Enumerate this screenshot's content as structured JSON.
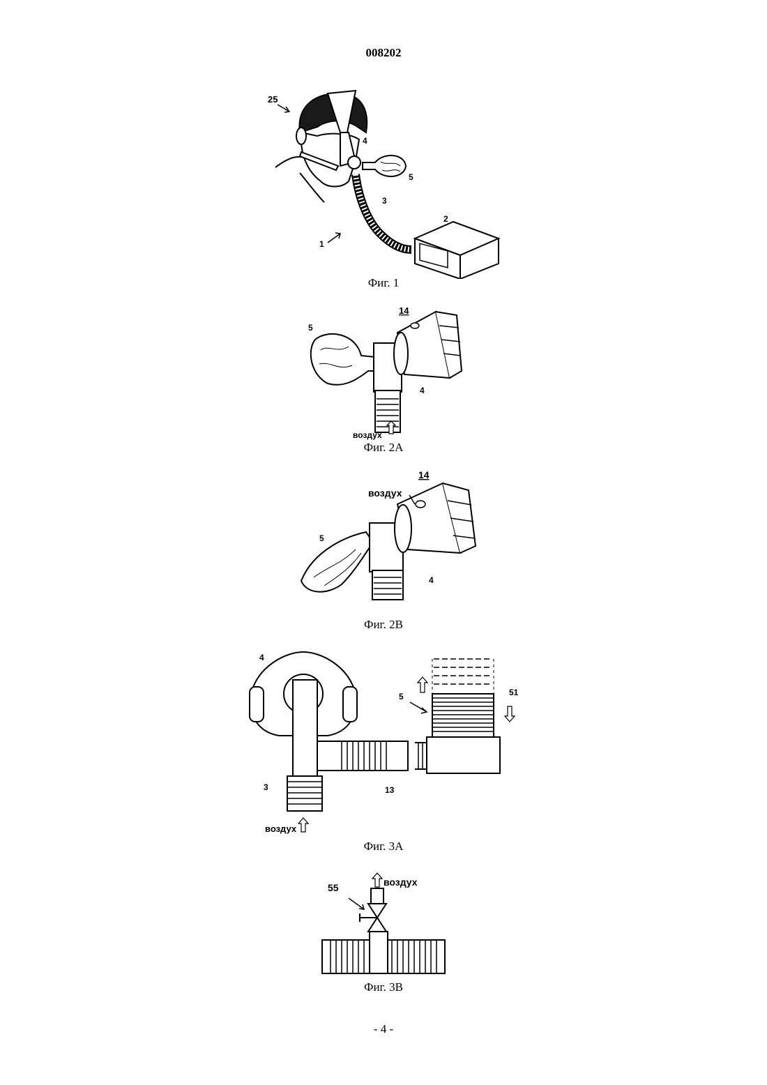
{
  "header": {
    "doc_number": "008202"
  },
  "figures": [
    {
      "caption": "Фиг. 1",
      "labels": [
        "25",
        "4",
        "5",
        "3",
        "2",
        "1"
      ]
    },
    {
      "caption": "Фиг. 2А",
      "labels": [
        "14",
        "5",
        "4"
      ],
      "air": "воздух"
    },
    {
      "caption": "Фиг. 2В",
      "labels": [
        "14",
        "5",
        "4"
      ],
      "air": "воздух"
    },
    {
      "caption": "Фиг. 3А",
      "labels": [
        "4",
        "51",
        "5",
        "3",
        "13"
      ],
      "air": "воздух"
    },
    {
      "caption": "Фиг. 3В",
      "labels": [
        "55"
      ],
      "air": "воздух"
    }
  ],
  "footer": {
    "page": "- 4 -"
  }
}
